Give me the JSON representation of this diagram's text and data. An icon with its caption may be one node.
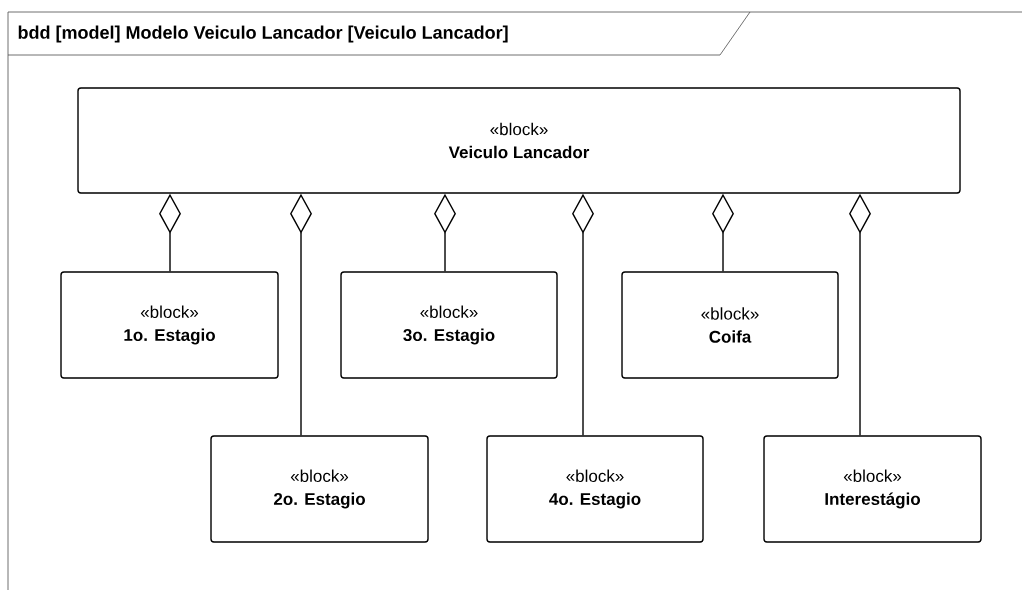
{
  "diagram": {
    "title": "bdd [model] Modelo Veiculo Lancador [Veiculo Lancador]",
    "nodes": [
      {
        "text": [
          "«block»",
          "Veiculo Lancador"
        ]
      },
      {
        "text": [
          "«block»",
          "1o. Estagio"
        ]
      },
      {
        "text": [
          "«block»",
          "2o. Estagio"
        ]
      },
      {
        "text": [
          "«block»",
          "3o. Estagio"
        ]
      },
      {
        "text": [
          "«block»",
          "4o. Estagio"
        ]
      },
      {
        "text": [
          "«block»",
          "Coifa"
        ]
      },
      {
        "text": [
          "«block»",
          "Interestágio"
        ]
      }
    ],
    "edges": [
      {
        "from": 0,
        "to": 1,
        "arrow": "other"
      },
      {
        "from": 0,
        "to": 2,
        "arrow": "other"
      },
      {
        "from": 0,
        "to": 3,
        "arrow": "other"
      },
      {
        "from": 0,
        "to": 4,
        "arrow": "other"
      },
      {
        "from": 0,
        "to": 5,
        "arrow": "other"
      },
      {
        "from": 0,
        "to": 6,
        "arrow": "other"
      }
    ]
  }
}
